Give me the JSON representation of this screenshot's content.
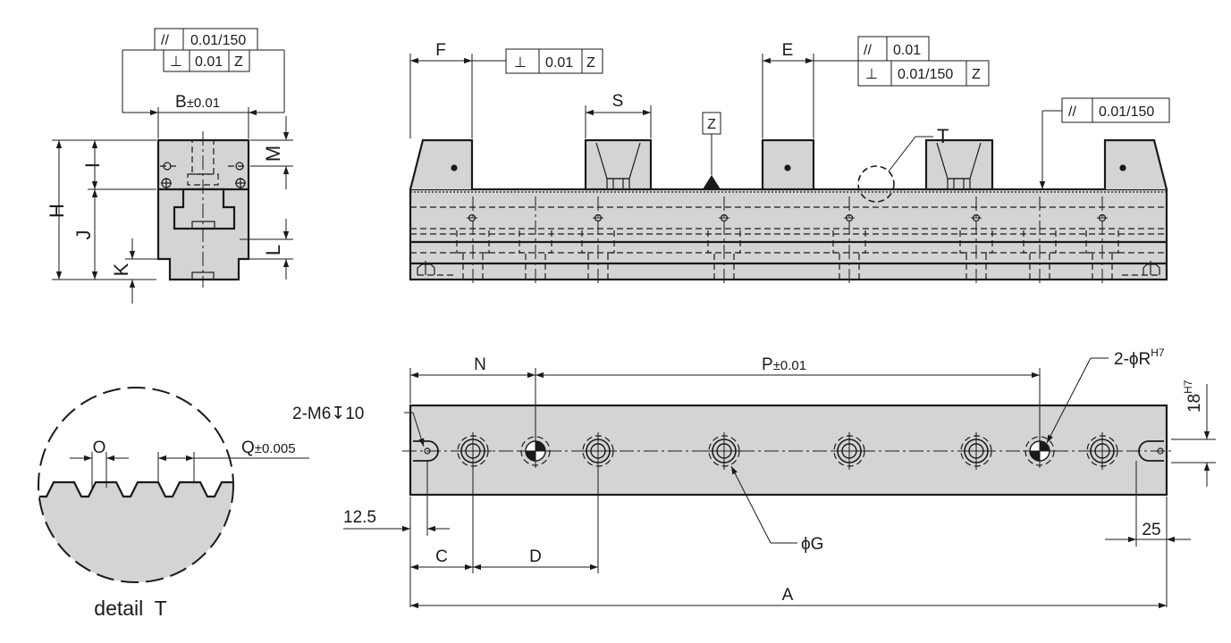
{
  "drawing": {
    "colors": {
      "part_fill": "#d4d4d4",
      "line": "#1a1a1a",
      "background": "#ffffff",
      "marker_fill": "#1a1a1a"
    },
    "end_view": {
      "dimensions": {
        "B": "B",
        "B_tol": "±0.01",
        "H": "H",
        "I": "I",
        "J": "J",
        "K": "K",
        "L": "L",
        "M": "M"
      },
      "tolerance_frame": [
        {
          "symbol": "//",
          "value": "0.01/150",
          "datum": ""
        },
        {
          "symbol": "⊥",
          "value": "0.01",
          "datum": "Z"
        }
      ]
    },
    "front_view": {
      "dimensions": {
        "F": "F",
        "E": "E",
        "S": "S"
      },
      "datum_label": "Z",
      "detail_callout": "T",
      "tolerance_frames": {
        "left": [
          {
            "symbol": "⊥",
            "value": "0.01",
            "datum": "Z"
          }
        ],
        "center": [
          {
            "symbol": "//",
            "value": "0.01",
            "datum": ""
          },
          {
            "symbol": "⊥",
            "value": "0.01/150",
            "datum": "Z"
          }
        ],
        "right": [
          {
            "symbol": "//",
            "value": "0.01/150",
            "datum": ""
          }
        ]
      }
    },
    "top_view": {
      "dimensions": {
        "N": "N",
        "P": "P",
        "P_tol": "±0.01",
        "A": "A",
        "C": "C",
        "D": "D",
        "dim_12_5": "12.5",
        "dim_25": "25",
        "dim_18": "18",
        "dim_18_fit": "H7"
      },
      "callouts": {
        "thread": "2-M6",
        "thread_depth_symbol": "↧",
        "thread_depth": "10",
        "pin_hole": "2-ϕR",
        "pin_hole_fit": "H7",
        "bore": "ϕG"
      }
    },
    "detail_view": {
      "title": "detail  T",
      "dimensions": {
        "O": "O",
        "Q": "Q",
        "Q_tol": "±0.005"
      }
    }
  }
}
